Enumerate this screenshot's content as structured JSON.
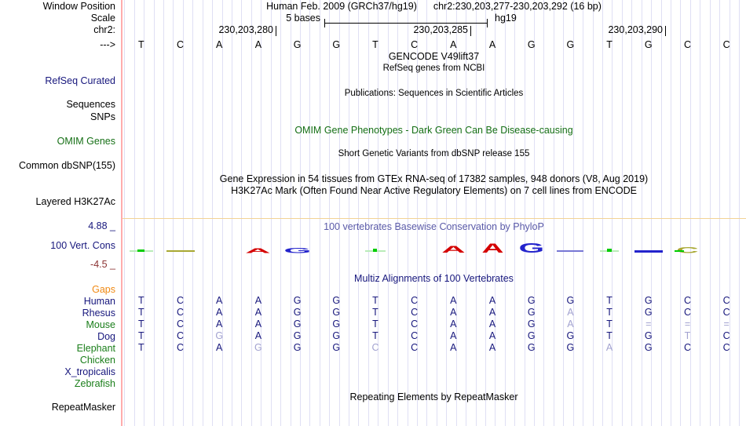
{
  "header": {
    "assembly_title": "Human Feb. 2009 (GRCh37/hg19)",
    "position_title": "chr2:230,203,277-230,203,292 (16 bp)",
    "window_position_label": "Window Position",
    "scale_label": "Scale",
    "scale_value": "5 bases",
    "scale_genome": "hg19",
    "chrom_label": "chr2:",
    "strand_label": "--->",
    "coordinates": [
      {
        "text": "230,203,280",
        "tick_x": 351
      },
      {
        "text": "230,203,285",
        "tick_x": 599
      },
      {
        "text": "230,203,290",
        "tick_x": 847
      }
    ]
  },
  "sequence": {
    "bases": [
      "T",
      "C",
      "A",
      "A",
      "G",
      "G",
      "T",
      "C",
      "A",
      "A",
      "G",
      "G",
      "T",
      "G",
      "C",
      "C"
    ]
  },
  "tracks": {
    "gencode_title": "GENCODE V49lift37",
    "refseq_title": "RefSeq genes from NCBI",
    "refseq_curated_label": "RefSeq Curated",
    "publications_title": "Publications: Sequences in Scientific Articles",
    "sequences_label": "Sequences",
    "snps_label": "SNPs",
    "omim_title": "OMIM Gene Phenotypes - Dark Green Can Be Disease-causing",
    "omim_label": "OMIM Genes",
    "dbsnp_title": "Short Genetic Variants from dbSNP release 155",
    "dbsnp_label": "Common dbSNP(155)",
    "gtex_title": "Gene Expression in 54 tissues from GTEx RNA-seq of 17382 samples, 948 donors (V8, Aug 2019)",
    "h3k27ac_title": "H3K27Ac Mark (Often Found Near Active Regulatory Elements) on 7 cell lines from ENCODE",
    "h3k27ac_label": "Layered H3K27Ac",
    "repeatmasker_title": "Repeating Elements by RepeatMasker",
    "repeatmasker_label": "RepeatMasker"
  },
  "conservation": {
    "title": "100 vertebrates Basewise Conservation by PhyloP",
    "label": "100 Vert. Cons",
    "max_label": "4.88 _",
    "min_label": "-4.5 _",
    "glyphs": [
      {
        "type": "dotline",
        "dot_w": 9,
        "dot_h": 3,
        "line_w": 30
      },
      {
        "type": "dash",
        "w": 36,
        "h": 2,
        "color": "olive"
      },
      {
        "type": "none"
      },
      {
        "type": "letter",
        "char": "A",
        "color": "red",
        "h": 6,
        "sx": 3
      },
      {
        "type": "letter",
        "char": "G",
        "color": "blue",
        "h": 7,
        "sx": 3
      },
      {
        "type": "none"
      },
      {
        "type": "dotline",
        "dot_w": 5,
        "dot_h": 4,
        "line_w": 26
      },
      {
        "type": "none"
      },
      {
        "type": "letter",
        "char": "A",
        "color": "red",
        "h": 9,
        "sx": 2.8
      },
      {
        "type": "letter",
        "char": "A",
        "color": "red",
        "h": 12,
        "sx": 2.6
      },
      {
        "type": "letter",
        "char": "G",
        "color": "blue",
        "h": 13,
        "sx": 2.8
      },
      {
        "type": "dash",
        "w": 34,
        "h": 2,
        "color": "lightblue"
      },
      {
        "type": "dotline",
        "dot_w": 6,
        "dot_h": 4,
        "line_w": 24
      },
      {
        "type": "dash",
        "w": 36,
        "h": 3,
        "color": "blue"
      },
      {
        "type": "letter",
        "char": "C",
        "color": "olive",
        "h": 8,
        "sx": 2.6,
        "underdash": true
      },
      {
        "type": "none"
      }
    ]
  },
  "multiz": {
    "title": "Multiz Alignments of 100 Vertebrates",
    "gaps_label": "Gaps",
    "rows": [
      {
        "name": "Human",
        "label_color": "navy",
        "bases": "TCAAGGTCAAGGTGCC",
        "muted": "................"
      },
      {
        "name": "Rhesus",
        "label_color": "navy",
        "bases": "TCAAGGTCAAGATGCC",
        "muted": "...........m...."
      },
      {
        "name": "Mouse",
        "label_color": "green",
        "bases": "TCAAGGTCAAGAT===",
        "muted": "...........m.mmm"
      },
      {
        "name": "Dog",
        "label_color": "navy",
        "bases": "TCGAGGTCAAGGTGTC",
        "muted": "..m...........m."
      },
      {
        "name": "Elephant",
        "label_color": "green",
        "bases": "TCAGGGCCAAGGAGCC",
        "muted": "...m..m.....m..."
      },
      {
        "name": "Chicken",
        "label_color": "green",
        "bases": "",
        "muted": ""
      },
      {
        "name": "X_tropicalis",
        "label_color": "navy",
        "bases": "",
        "muted": ""
      },
      {
        "name": "Zebrafish",
        "label_color": "green",
        "bases": "",
        "muted": ""
      }
    ]
  },
  "colors": {
    "navy": "#17177d",
    "muted_base": "#a2a2d0",
    "species_green": "#1a7e1a",
    "omim_green": "#156f15",
    "gaps_orange": "#f08a14",
    "phylop_title_blue": "#5a5aa8",
    "cons_min_red": "#8b3232",
    "grid_line": "#dfdff4",
    "divider_pink": "#ffadad",
    "cons_border_orange": "#f2d395",
    "cons_red": "#d40000",
    "cons_blue": "#2323cc",
    "cons_lightblue": "#7777d4",
    "cons_olive": "#a8a832",
    "cons_green": "#00cc00",
    "cons_light_green": "#b9ecb9"
  }
}
